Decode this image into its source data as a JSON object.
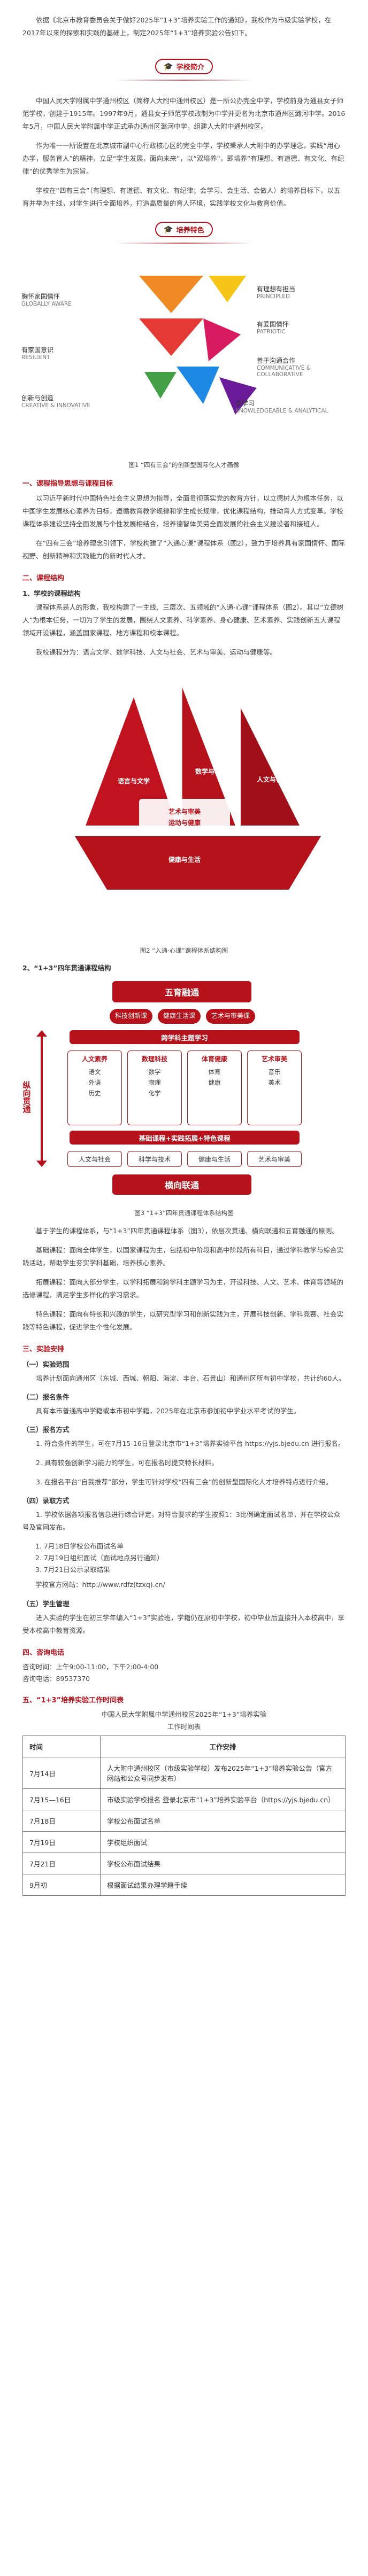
{
  "intro": {
    "text": "依据《北京市教育委员会关于做好2025年“1+3”培养实验工作的通知》，我校作为市级实验学校，在2017年以来的探索和实践的基础上，制定2025年“1+3”培养实验公告如下。"
  },
  "section_school": {
    "title": "学校简介",
    "p1": "中国人民大学附属中学通州校区（简称人大附中通州校区）是一所公办完全中学，学校前身为通县女子师范学校，创建于1915年。1997年9月，通县女子师范学校改制为中学并更名为北京市通州区潞河中学。2016年5月，中国人民大学附属中学正式承办通州区潞河中学，组建人大附中通州校区。",
    "p2": "作为唯一一所设置在北京城市副中心行政核心区的完全中学，学校秉承人大附中的办学理念，实践“用心办学，服务育人”的精神，立足“学生发展，面向未来”，以“双培养”，即培养“有理想、有道德、有文化、有纪律”的优秀学生为宗旨。",
    "p3": "学校在“四有三会”（有理想、有道德、有文化、有纪律；会学习、会生活、会做人）的培养目标下，以五育并举为主线，对学生进行全面培养，打造高质量的育人环境，实践学校文化与教育价值。"
  },
  "section_feature": {
    "title": "培养特色",
    "caption": "图1 “四有三会”的创新型国际化人才画像",
    "labels": [
      {
        "text": "胸怀家国情怀",
        "en": "GLOBALLY AWARE"
      },
      {
        "text": "有理想有担当",
        "en": "PRINCIPLED"
      },
      {
        "text": "有爱国情怀",
        "en": "PATRIOTIC"
      },
      {
        "text": "有家国意识",
        "en": "RESILIENT"
      },
      {
        "text": "善于沟通合作",
        "en": "COMMUNICATIVE & COLLABORATIVE"
      },
      {
        "text": "会学习",
        "en": "KNOWLEDGEABLE & ANALYTICAL"
      },
      {
        "text": "创新与创造",
        "en": "CREATIVE & INNOVATIVE"
      }
    ]
  },
  "section_guidance": {
    "title": "一、课程指导思想与课程目标",
    "p1": "以习近平新时代中国特色社会主义思想为指导，全面贯彻落实党的教育方针，以立德树人为根本任务，以中国学生发展核心素养为目标，遵循教育教学规律和学生成长规律，优化课程结构，推动育人方式变革。学校课程体系建设坚持全面发展与个性发展相结合，培养德智体美劳全面发展的社会主义建设者和接班人。",
    "p2": "在“四有三会”培养理念引领下，学校构建了“入通心课”课程体系（图2），致力于培养具有家国情怀、国际视野、创新精神和实践能力的新时代人才。"
  },
  "section_course": {
    "title": "二、课程结构",
    "sub": "1、学校的课程结构",
    "p1": "课程体系是人的形象，我校构建了一主线、三层次、五领域的“入通·心课”课程体系（图2）。其以“立德树人”为根本任务，一切为了学生的发展，围绕人文素养、科学素养、身心健康、艺术素养、实践创新五大课程领域开设课程，涵盖国家课程、地方课程和校本课程。",
    "p2": "我校课程分为：语言文学、数学科技、人文与社会、艺术与审美、运动与健康等。",
    "caption": "图2 “入通·心课”课程体系结构图",
    "sail_labels": [
      "语言与文学",
      "数学与科技",
      "人文与社会",
      "艺术与审美",
      "运动与健康",
      "健康与生活"
    ]
  },
  "section_four": {
    "title": "2、“1+3”四年贯通课程结构",
    "top_banner": "五育融通",
    "tabs": [
      "科技创新课",
      "健康生活课",
      "艺术与审美课"
    ],
    "red_bar1": "跨学科主题学习",
    "mid_cols": [
      {
        "head": "人文素养",
        "items": [
          "语文",
          "外语",
          "历史"
        ]
      },
      {
        "head": "数理科技",
        "items": [
          "数学",
          "物理",
          "化学"
        ]
      },
      {
        "head": "体育健康",
        "items": [
          "体育",
          "健康"
        ]
      },
      {
        "head": "艺术审美",
        "items": [
          "音乐",
          "美术"
        ]
      }
    ],
    "red_bar2": "基础课程+实践拓展+特色课程",
    "bottom_chips": [
      "人文与社会",
      "科学与技术",
      "健康与生活",
      "艺术与审美"
    ],
    "bottom_banner": "横向联通",
    "left_label": "纵向贯通",
    "caption": "图3 “1+3”四年贯通课程体系结构图",
    "p1": "基于学生的课程体系，与“1+3”四年贯通课程体系（图3），依层次贯通、横向联通和五育融通的原则。",
    "p2": "基础课程：面向全体学生，以国家课程为主，包括初中阶段和高中阶段所有科目，通过学科教学与综合实践活动，帮助学生夯实学科基础，培养核心素养。",
    "p3": "拓展课程：面向大部分学生，以学科拓展和跨学科主题学习为主，开设科技、人文、艺术、体育等领域的选修课程，满足学生多样化的学习需求。",
    "p4": "特色课程：面向有特长和兴趣的学生，以研究型学习和创新实践为主，开展科技创新、学科竞赛、社会实践等特色课程，促进学生个性化发展。"
  },
  "section_enroll": {
    "title": "三、实验安排",
    "s1": "（一）实验范围",
    "s1p": "培养计划面向通州区（东城、西城、朝阳、海淀、丰台、石景山）和通州区所有初中学校，共计约60人。",
    "s2": "（二）报名条件",
    "s2p": "具有本市普通高中学籍或本市初中学籍，2025年在北京市参加初中学业水平考试的学生。",
    "s3": "（三）报名方式",
    "s3p1": "1. 符合条件的学生，可在7月15-16日登录北京市“1+3”培养实验平台 https://yjs.bjedu.cn 进行报名。",
    "s3p2": "2. 具有较强创新学习能力的学生，可在报名时提交特长材料。",
    "s3p3": "3. 在报名平台“自我推荐”部分，学生可针对学校“四有三会”的创新型国际化人才培养特点进行介绍。",
    "s4": "（四）录取方式",
    "s4p": "1. 学校依据各项报名信息进行综合评定，对符合要求的学生按照1：3比例确定面试名单，并在学校公众号及官网发布。",
    "s4list": [
      "1. 7月18日学校公布面试名单",
      "2. 7月19日组织面试（面试地点另行通知）",
      "3. 7月21日公示录取结果"
    ],
    "s4url": "学校官方网站：http://www.rdfz(tzxq).cn/",
    "s5": "（五）学生管理",
    "s5p": "进入实验的学生在初三学年编入“1+3”实验班，学籍仍在原初中学校，初中毕业后直接升入本校高中，享受本校高中教育资源。",
    "contact_title": "四、咨询电话",
    "contact_time": "咨询时间：上午9:00-11:00，下午2:00-4:00",
    "contact_phone": "咨询电话：89537370"
  },
  "section_schedule": {
    "title": "五、“1+3”培养实验工作时间表",
    "subtitle_school": "中国人民大学附属中学通州校区2025年“1+3”培养实验",
    "table_title": "工作时间表",
    "col_time": "时间",
    "col_work": "工作安排",
    "rows": [
      {
        "time": "7月14日",
        "work": "人大附中通州校区（市级实验学校）发布2025年“1+3”培养实验公告（官方网站和公众号同步发布）"
      },
      {
        "time": "7月15—16日",
        "work": "市级实验学校报名 登录北京市“1+3”培养实验平台（https://yjs.bjedu.cn）"
      },
      {
        "time": "7月18日",
        "work": "学校公布面试名单"
      },
      {
        "time": "7月19日",
        "work": "学校组织面试"
      },
      {
        "time": "7月21日",
        "work": "学校公布面试结果"
      },
      {
        "time": "9月初",
        "work": "根据面试结果办理学籍手续"
      }
    ]
  },
  "colors": {
    "accent": "#b5121b",
    "muted": "#666666"
  }
}
